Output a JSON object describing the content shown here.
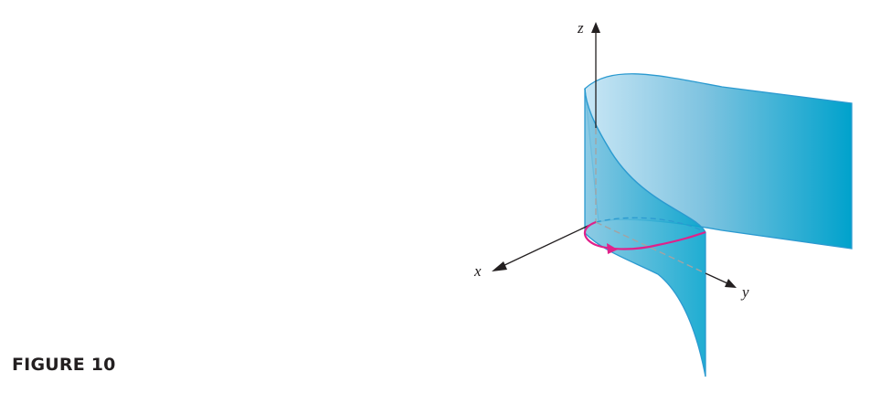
{
  "caption": "FIGURE 10",
  "axes": {
    "x_label": "x",
    "y_label": "y",
    "z_label": "z"
  },
  "colors": {
    "surface_light": "#c8e6f5",
    "surface_mid": "#7ec3e0",
    "surface_dark": "#00a2cc",
    "edge": "#2b9ad0",
    "curve": "#e0218a",
    "axis": "#231f20",
    "hidden_axis": "#a3a3a3"
  },
  "icons": {
    "curve_direction": "arrowhead-icon"
  }
}
